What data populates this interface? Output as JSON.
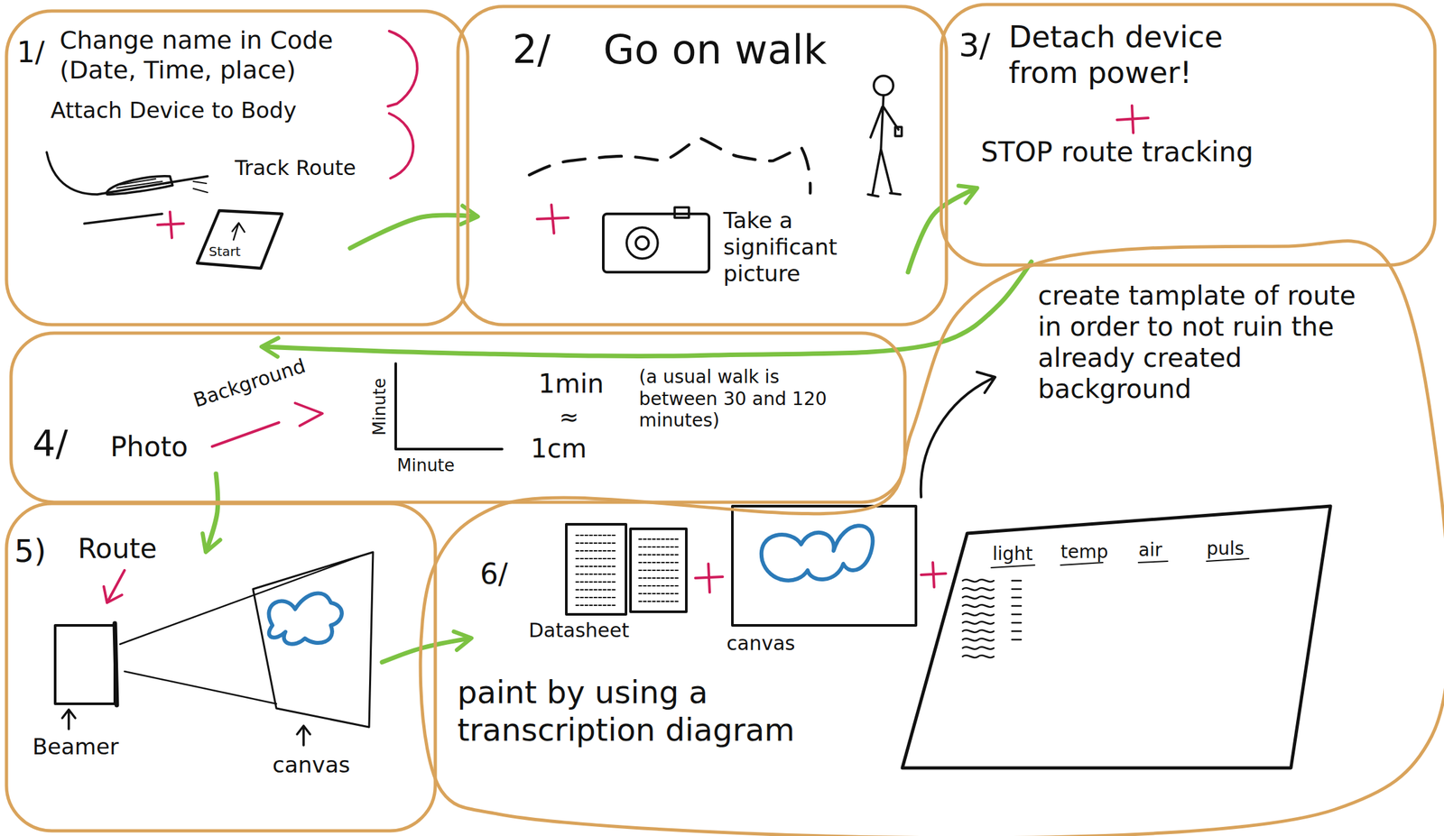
{
  "diagram": {
    "nodes": [
      {
        "text": [
          "1/",
          "Change name in Code (Date, Time, place)",
          "Attach Device to Body",
          "Track Route",
          "Start"
        ]
      },
      {
        "text": [
          "2/",
          "Go on walk",
          "Take a significant picture"
        ]
      },
      {
        "text": [
          "3/",
          "Detach device from power!",
          "STOP route tracking"
        ]
      },
      {
        "text": [
          "4/",
          "Photo",
          "Background",
          "Minute",
          "Minute",
          "1min",
          "≈",
          "1cm",
          "(a usual walk is between 30 and 120 minutes)"
        ]
      },
      {
        "text": [
          "5)",
          "Route",
          "Beamer",
          "canvas"
        ]
      },
      {
        "text": [
          "6/",
          "Datasheet",
          "canvas",
          "paint by using a transcription diagram",
          "light",
          "temp",
          "air",
          "puls",
          "create tamplate of route in order to not ruin the already created background"
        ]
      }
    ],
    "edges": [
      {
        "from": 0,
        "to": 1,
        "arrow": "to"
      },
      {
        "from": 1,
        "to": 2,
        "arrow": "to"
      },
      {
        "from": 2,
        "to": 3,
        "arrow": "to"
      },
      {
        "from": 3,
        "to": 4,
        "arrow": "to"
      },
      {
        "from": 4,
        "to": 5,
        "arrow": "to"
      }
    ]
  }
}
